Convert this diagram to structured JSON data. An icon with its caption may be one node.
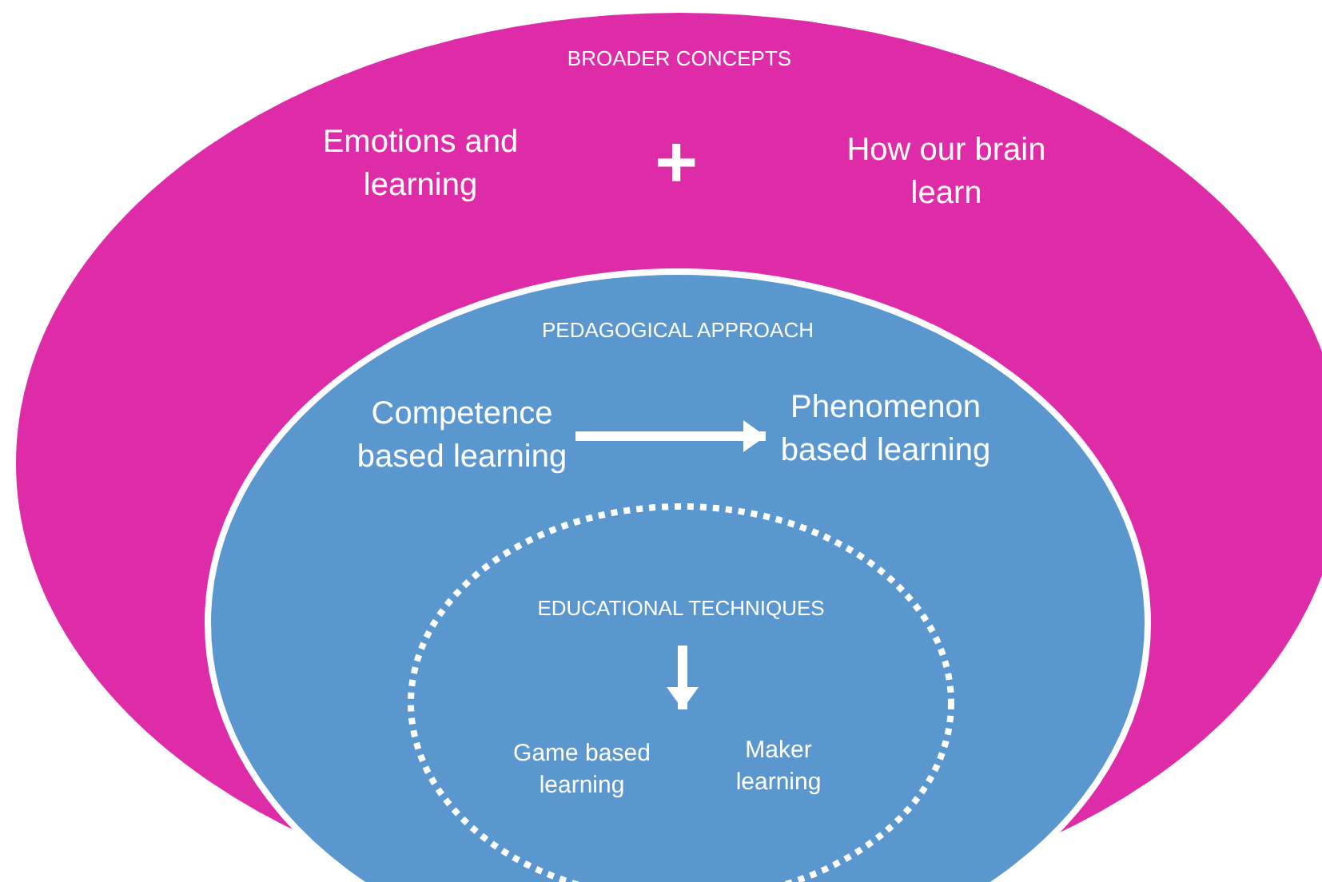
{
  "diagram": {
    "nodes": [
      {
        "text": [
          "BROADER CONCEPTS"
        ]
      },
      {
        "text": [
          "Emotions and learning"
        ],
        "in": 0
      },
      {
        "text": [
          "How our brain learn"
        ],
        "in": 0
      },
      {
        "text": [
          "PEDAGOGICAL APPROACH"
        ],
        "in": 0
      },
      {
        "text": [
          "Competence based learning"
        ],
        "in": 3
      },
      {
        "text": [
          "Phenomenon based learning"
        ],
        "in": 3
      },
      {
        "text": [
          "EDUCATIONAL TECHNIQUES"
        ],
        "in": 3
      },
      {
        "text": [
          "Game based learning"
        ],
        "in": 6
      },
      {
        "text": [
          "Maker learning"
        ],
        "in": 6
      }
    ],
    "edges": [
      {
        "from": 4,
        "to": 5,
        "arrow": "to"
      }
    ],
    "labels": [
      "+"
    ]
  }
}
